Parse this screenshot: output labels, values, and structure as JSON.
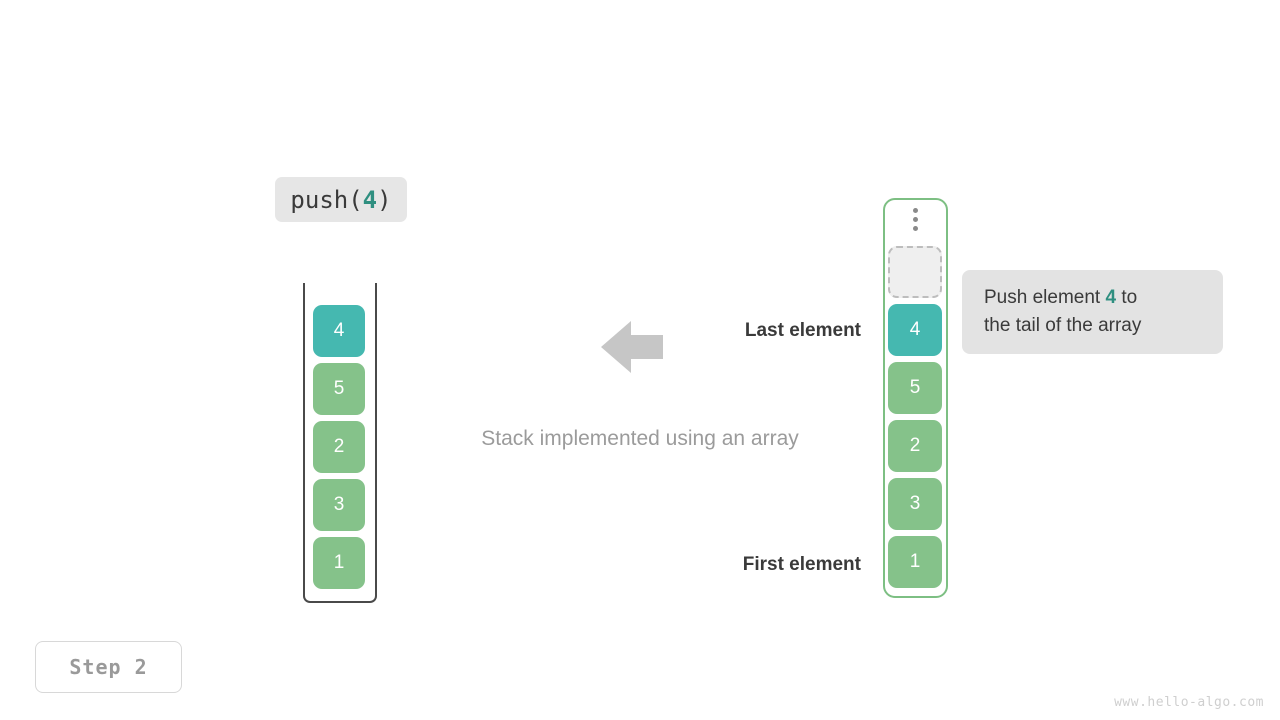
{
  "operation": {
    "prefix": "push(",
    "value": "4",
    "suffix": ")"
  },
  "stack": {
    "caption": "Stack implemented using an array",
    "cells": [
      {
        "value": "4",
        "color": "teal"
      },
      {
        "value": "5",
        "color": "green"
      },
      {
        "value": "2",
        "color": "green"
      },
      {
        "value": "3",
        "color": "green"
      },
      {
        "value": "1",
        "color": "green"
      }
    ]
  },
  "annotations": {
    "last_element": "Last element",
    "first_element": "First element",
    "arrow_direction": "left"
  },
  "array": {
    "dots_count": 3,
    "cells": [
      {
        "value": "",
        "color": "empty"
      },
      {
        "value": "4",
        "color": "teal"
      },
      {
        "value": "5",
        "color": "green"
      },
      {
        "value": "2",
        "color": "green"
      },
      {
        "value": "3",
        "color": "green"
      },
      {
        "value": "1",
        "color": "green"
      }
    ]
  },
  "tooltip": {
    "line1_prefix": "Push element ",
    "line1_accent": "4",
    "line1_suffix": " to",
    "line2": "the tail of the array"
  },
  "step_badge": "Step  2",
  "watermark": "www.hello-algo.com",
  "colors": {
    "teal": "#45b8b0",
    "green": "#85c28a",
    "accent_text": "#2f8f80",
    "array_border": "#7dbf83",
    "chip_bg": "#e6e6e6",
    "tooltip_bg": "#e3e3e3",
    "arrow": "#c6c6c6",
    "wall": "#4a4a4a"
  }
}
